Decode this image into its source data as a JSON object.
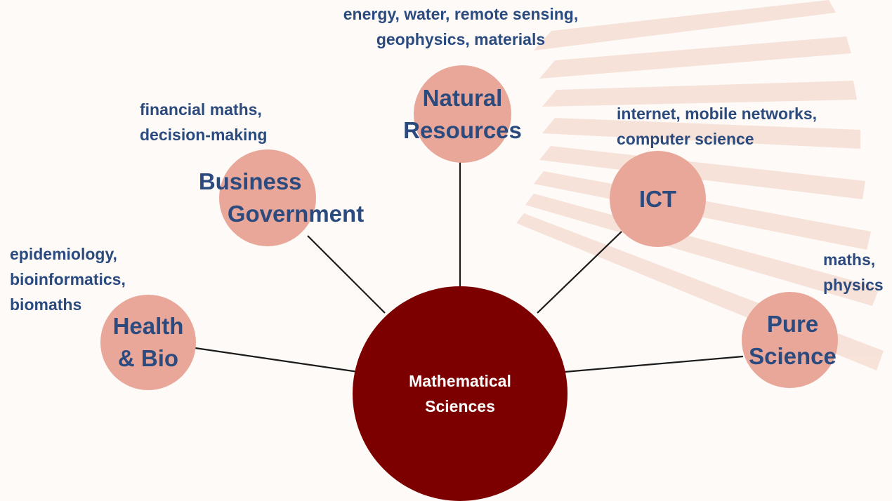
{
  "center": {
    "line1": "Mathematical",
    "line2": "Sciences"
  },
  "nodes": {
    "health": {
      "line1": "Health",
      "line2": "& Bio"
    },
    "business": {
      "line1": "Business",
      "line2": "Government"
    },
    "natural": {
      "line1": "Natural",
      "line2": "Resources"
    },
    "ict": {
      "line1": "ICT"
    },
    "pure": {
      "line1": "Pure",
      "line2": "Science"
    }
  },
  "notes": {
    "health": [
      "epidemiology,",
      "bioinformatics,",
      "biomaths"
    ],
    "business": [
      "financial maths,",
      "decision-making"
    ],
    "natural": [
      "energy, water, remote sensing,",
      "geophysics, materials"
    ],
    "ict": [
      "internet, mobile networks,",
      "computer science"
    ],
    "pure": [
      "maths,",
      "physics"
    ]
  },
  "colors": {
    "center_fill": "#7d0000",
    "outer_fill": "#e9a79a",
    "text_blue": "#2b4a7e",
    "ray": "#f6dcd2"
  }
}
